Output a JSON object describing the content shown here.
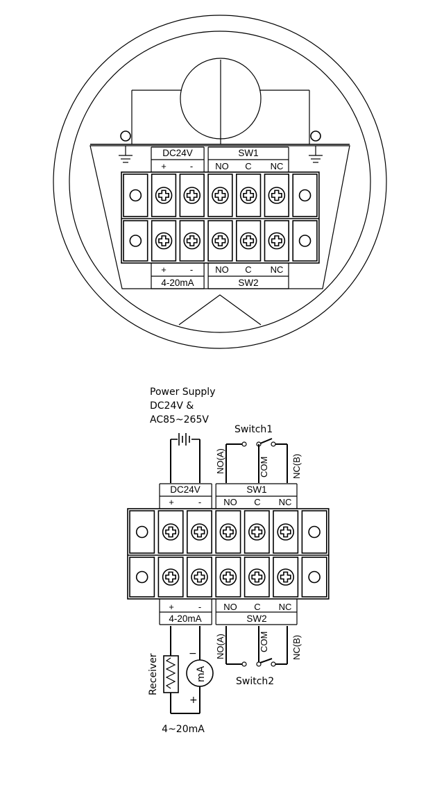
{
  "top": {
    "top_labels": [
      "DC24V",
      "SW1"
    ],
    "top_terms": [
      "+",
      "-",
      "NO",
      "C",
      "NC"
    ],
    "bottom_terms": [
      "+",
      "-",
      "NO",
      "C",
      "NC"
    ],
    "bottom_labels": [
      "4-20mA",
      "SW2"
    ]
  },
  "bottom": {
    "power_supply": [
      "Power Supply",
      "DC24V &",
      "AC85~265V"
    ],
    "switch1": "Switch1",
    "switch2": "Switch2",
    "sw1_wires": [
      "NO(A)",
      "COM",
      "NC(B)"
    ],
    "sw2_wires": [
      "NO(A)",
      "COM",
      "NC(B)"
    ],
    "top_labels": [
      "DC24V",
      "SW1"
    ],
    "top_terms": [
      "+",
      "-",
      "NO",
      "C",
      "NC"
    ],
    "bottom_terms": [
      "+",
      "-",
      "NO",
      "C",
      "NC"
    ],
    "bottom_labels": [
      "4-20mA",
      "SW2"
    ],
    "receiver": "Receiver",
    "meter": "mA",
    "minus": "−",
    "plus": "+",
    "loop": "4~20mA"
  }
}
